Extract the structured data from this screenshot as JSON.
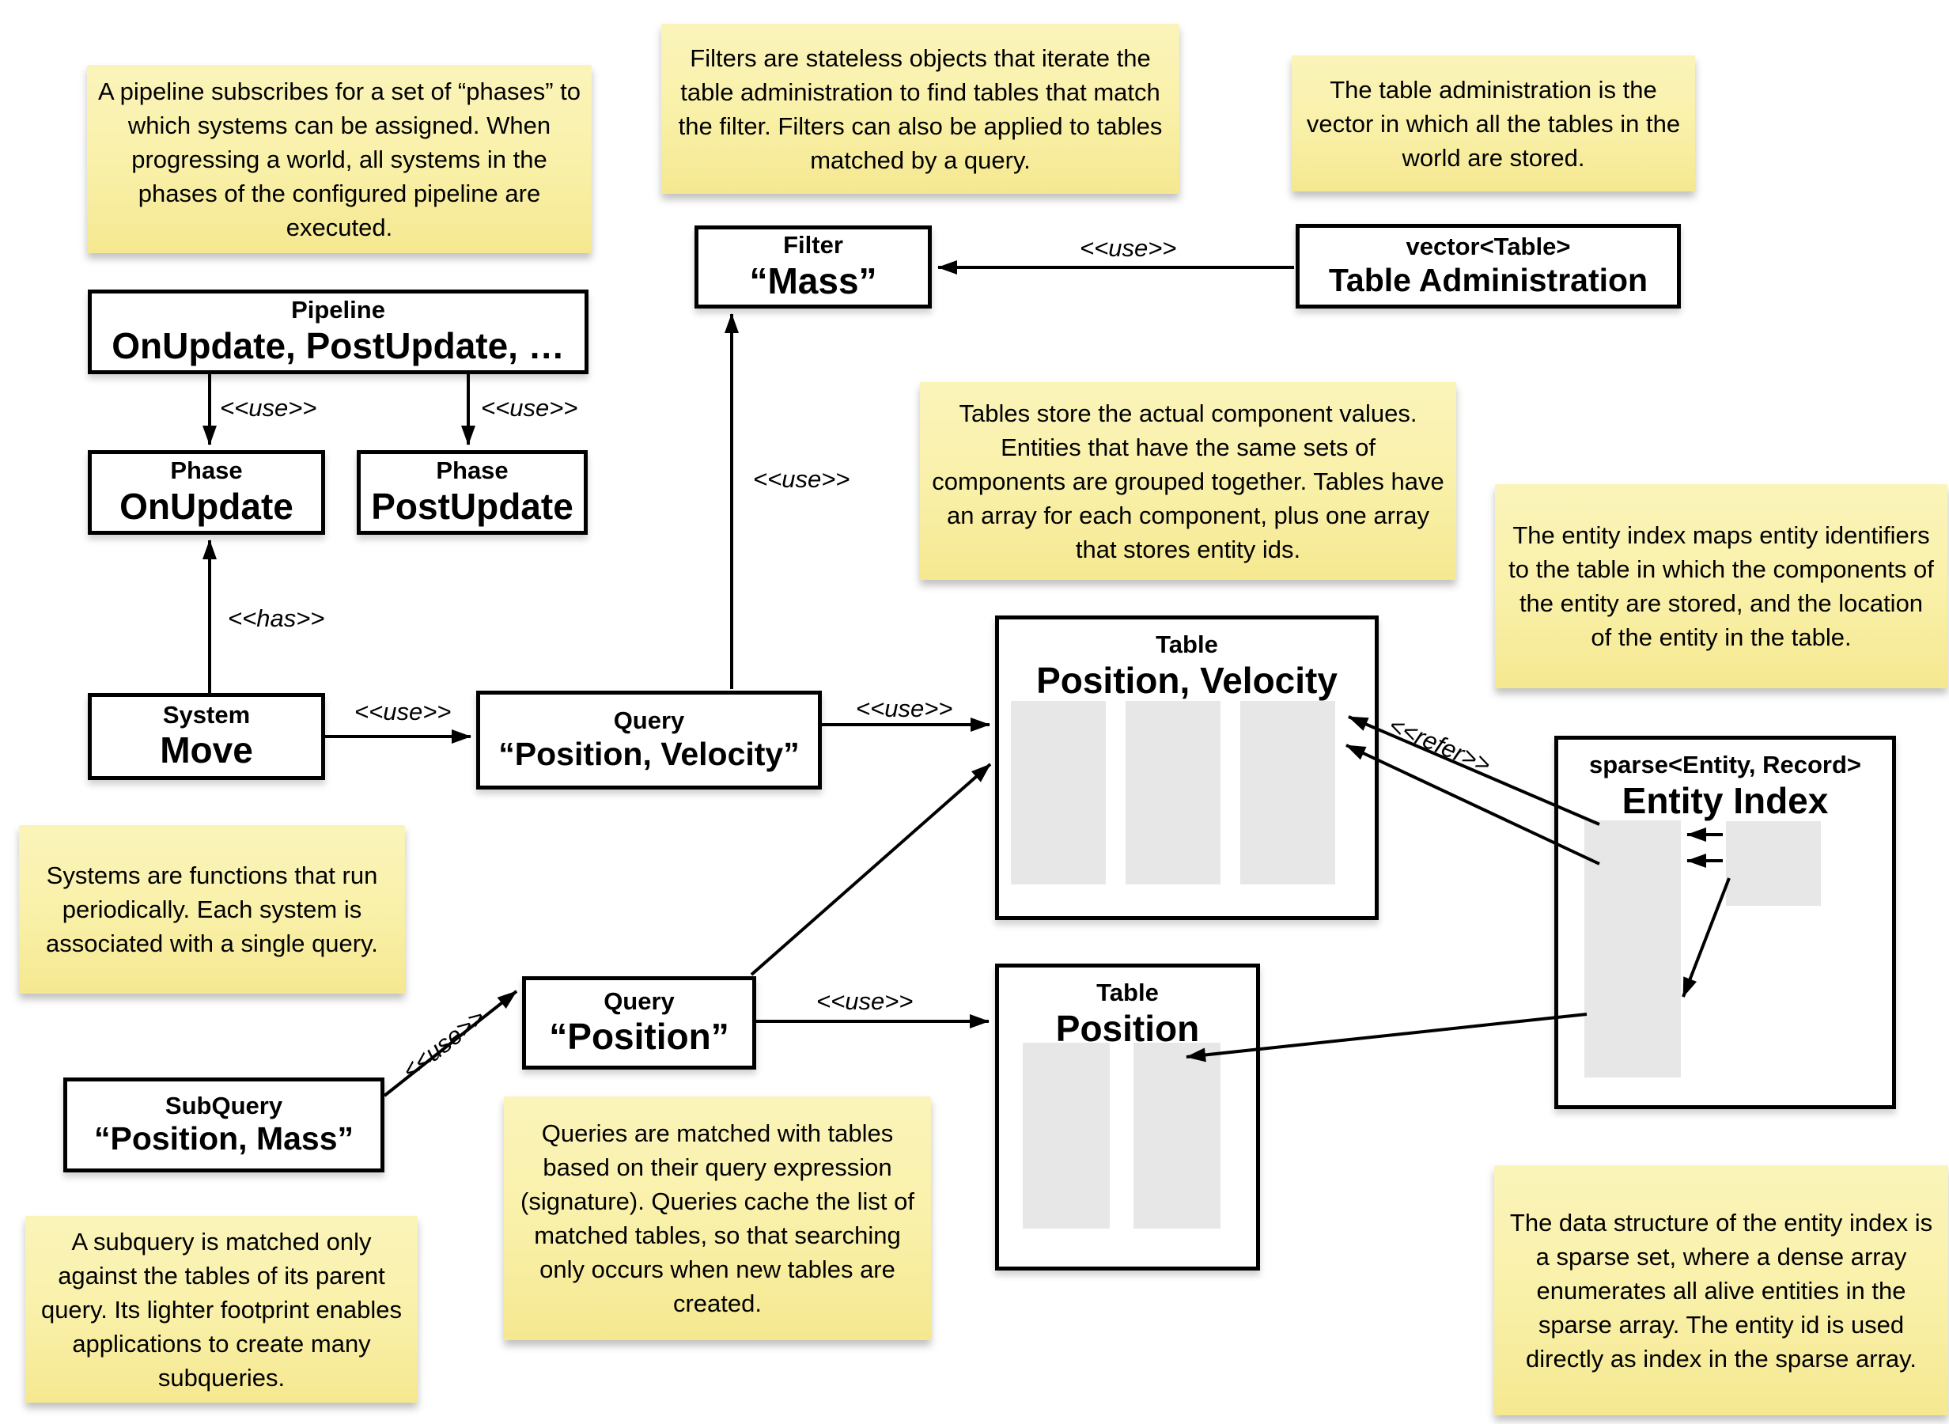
{
  "stereotypes": {
    "use": "<<use>>",
    "has": "<<has>>",
    "refer": "<<refer>>"
  },
  "colors": {
    "note_background": "#f9f0a8",
    "box_border": "#000000",
    "array_column_fill": "#e7e7e7",
    "canvas_background": "#ffffff"
  },
  "notes": {
    "pipeline": {
      "text": "A pipeline subscribes for a set of “phases” to which systems can be assigned. When progressing a world, all systems in the phases of the configured pipeline are executed."
    },
    "filters": {
      "text": "Filters are stateless objects that iterate the table administration to find tables that match the filter. Filters can also be applied to tables matched by a query."
    },
    "table_administration": {
      "text": "The table administration is the vector in which all the tables in the world are stored."
    },
    "tables": {
      "text": "Tables store the actual component values. Entities that have the same sets of components are grouped together. Tables have an array for each component, plus one array that stores entity ids."
    },
    "entity_index": {
      "text": "The entity index maps entity identifiers to the table in which the components of the entity are stored, and the location of the entity in the table."
    },
    "systems": {
      "text": "Systems are functions that run periodically. Each system is associated with a single query."
    },
    "queries": {
      "text": "Queries are matched with tables based on their query expression (signature). Queries cache the list of matched tables, so that searching only occurs when new tables are created."
    },
    "subquery": {
      "text": "A subquery is matched only against the tables of its parent query. Its lighter footprint enables applications to create many subqueries."
    },
    "sparse_set": {
      "text": "The data structure of the entity index is a sparse set, where a dense array enumerates all alive entities in the sparse array. The entity id is used directly as index in the sparse array."
    }
  },
  "boxes": {
    "pipeline": {
      "title": "Pipeline",
      "value": "OnUpdate, PostUpdate, …"
    },
    "phase_onupdate": {
      "title": "Phase",
      "value": "OnUpdate"
    },
    "phase_postupdate": {
      "title": "Phase",
      "value": "PostUpdate"
    },
    "system_move": {
      "title": "System",
      "value": "Move"
    },
    "query_position_velocity": {
      "title": "Query",
      "value": "“Position, Velocity”"
    },
    "filter_mass": {
      "title": "Filter",
      "value": "“Mass”"
    },
    "table_administration": {
      "title": "vector<Table>",
      "value": "Table Administration"
    },
    "table_position_velocity": {
      "title": "Table",
      "value": "Position, Velocity"
    },
    "table_position": {
      "title": "Table",
      "value": "Position"
    },
    "entity_index": {
      "title": "sparse<Entity, Record>",
      "value": "Entity Index"
    },
    "subquery": {
      "title": "SubQuery",
      "value": "“Position, Mass”"
    },
    "query_position": {
      "title": "Query",
      "value": "“Position”"
    }
  }
}
